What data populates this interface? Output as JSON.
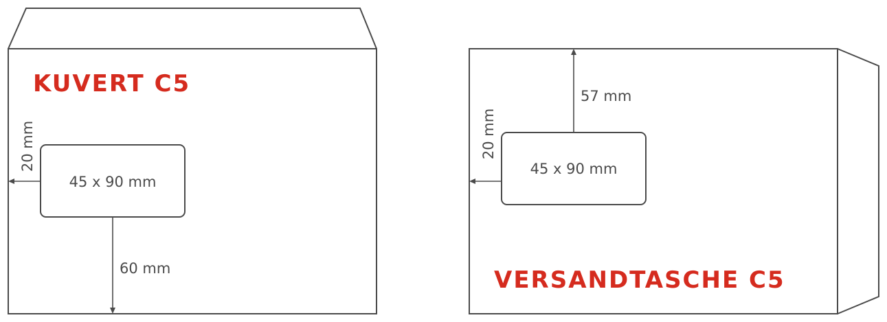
{
  "colors": {
    "title": "#d52b1e",
    "stroke": "#4a4a4a",
    "background": "#ffffff"
  },
  "envelope_left": {
    "title": "KUVERT C5",
    "window_label": "45 x 90 mm",
    "side_label": "20 mm",
    "bottom_label": "60 mm"
  },
  "envelope_right": {
    "title": "VERSANDTASCHE C5",
    "window_label": "45 x 90 mm",
    "side_label": "20 mm",
    "top_label": "57 mm"
  }
}
